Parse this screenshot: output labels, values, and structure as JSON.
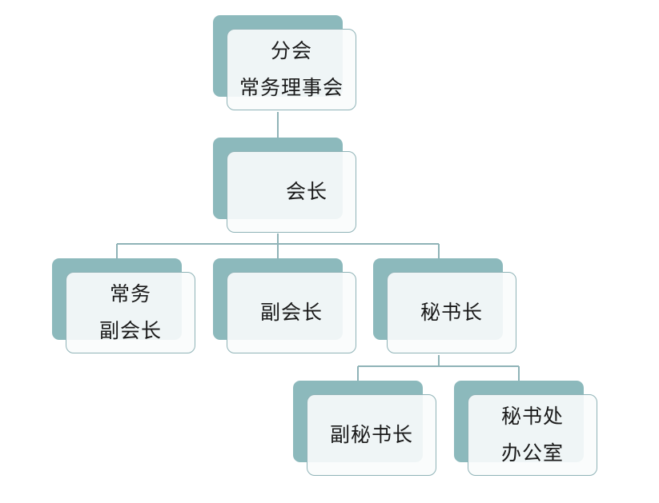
{
  "diagram": {
    "nodes": [
      {
        "id": "branch-council",
        "lines": [
          "分会",
          "常务理事会"
        ]
      },
      {
        "id": "president",
        "lines": [
          "会长"
        ]
      },
      {
        "id": "executive-vp",
        "lines": [
          "常务",
          "副会长"
        ]
      },
      {
        "id": "vice-president",
        "lines": [
          "副会长"
        ]
      },
      {
        "id": "secretary-general",
        "lines": [
          "秘书长"
        ]
      },
      {
        "id": "deputy-secretary-general",
        "lines": [
          "副秘书长"
        ]
      },
      {
        "id": "secretariat-office",
        "lines": [
          "秘书处",
          "办公室"
        ]
      }
    ],
    "edges": [
      [
        "branch-council",
        "president"
      ],
      [
        "president",
        "executive-vp"
      ],
      [
        "president",
        "vice-president"
      ],
      [
        "president",
        "secretary-general"
      ],
      [
        "secretary-general",
        "deputy-secretary-general"
      ],
      [
        "secretary-general",
        "secretariat-office"
      ]
    ],
    "colors": {
      "shadow": "#8cb9bc",
      "box_border": "#8fb3b7",
      "box_fill": "#f4f9f9",
      "connector": "#8fb3b7",
      "text": "#1a1a1a"
    }
  }
}
